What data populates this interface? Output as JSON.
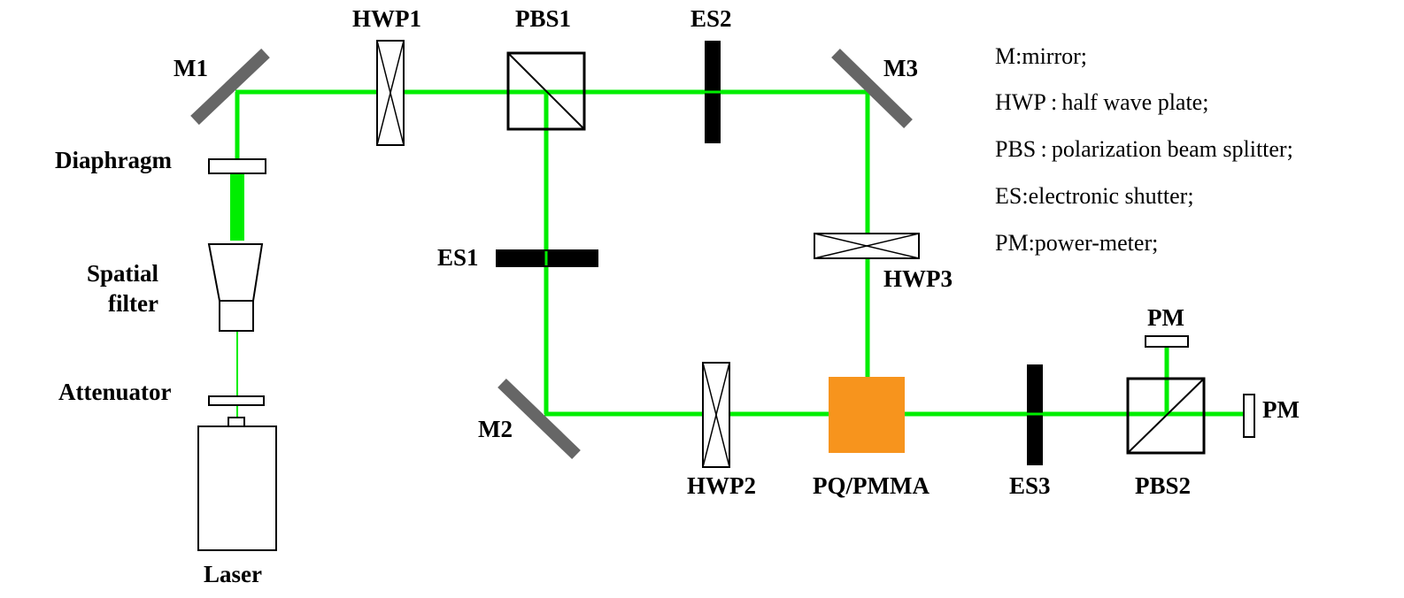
{
  "colors": {
    "beam": "#00ee00",
    "mirror": "#666666",
    "shutter": "#000000",
    "sample": "#f7941d",
    "outline": "#000000"
  },
  "labels": {
    "m1": "M1",
    "m2": "M2",
    "m3": "M3",
    "hwp1": "HWP1",
    "hwp2": "HWP2",
    "hwp3": "HWP3",
    "pbs1": "PBS1",
    "pbs2": "PBS2",
    "es1": "ES1",
    "es2": "ES2",
    "es3": "ES3",
    "diaphragm": "Diaphragm",
    "spatial_filter_line1": "Spatial",
    "spatial_filter_line2": "filter",
    "attenuator": "Attenuator",
    "laser": "Laser",
    "sample": "PQ/PMMA",
    "pm_top": "PM",
    "pm_right": "PM"
  },
  "legend": [
    "M:mirror;",
    "HWP : half wave plate;",
    "PBS : polarization beam splitter;",
    "ES:electronic shutter;",
    "PM:power-meter;"
  ]
}
